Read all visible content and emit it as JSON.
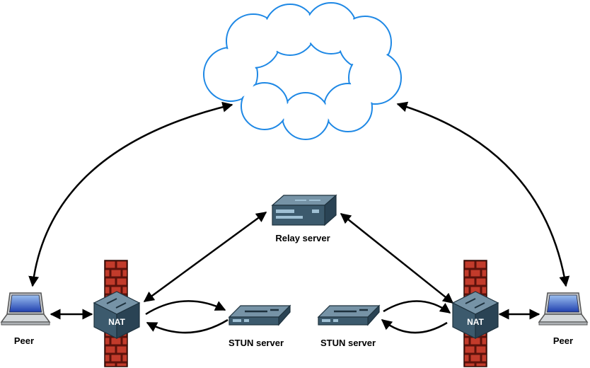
{
  "diagram": {
    "type": "network-topology",
    "labels": {
      "peer_left": "Peer",
      "nat_left": "NAT",
      "stun_left": "STUN server",
      "relay": "Relay server",
      "stun_right": "STUN server",
      "nat_right": "NAT",
      "peer_right": "Peer"
    },
    "nodes": [
      "Peer (left laptop)",
      "Firewall (left brick wall)",
      "NAT (left router cube)",
      "STUN server (left appliance)",
      "Relay server (server box)",
      "Internet cloud",
      "STUN server (right appliance)",
      "NAT (right router cube)",
      "Firewall (right brick wall)",
      "Peer (right laptop)"
    ],
    "edges": [
      {
        "from": "Peer (left laptop)",
        "to": "NAT (left router cube)",
        "style": "straight-bidirectional"
      },
      {
        "from": "Peer (left laptop)",
        "to": "Internet cloud",
        "style": "curved-bidirectional"
      },
      {
        "from": "NAT (left router cube)",
        "to": "Relay server (server box)",
        "style": "straight-bidirectional"
      },
      {
        "from": "NAT (left router cube)",
        "to": "STUN server (left appliance)",
        "style": "curved-arrow-pair"
      },
      {
        "from": "Relay server (server box)",
        "to": "NAT (right router cube)",
        "style": "straight-bidirectional"
      },
      {
        "from": "STUN server (right appliance)",
        "to": "NAT (right router cube)",
        "style": "curved-arrow-pair"
      },
      {
        "from": "NAT (right router cube)",
        "to": "Peer (right laptop)",
        "style": "straight-bidirectional"
      },
      {
        "from": "Peer (right laptop)",
        "to": "Internet cloud",
        "style": "curved-bidirectional"
      }
    ],
    "icons": {
      "cloud": "cloud-outline",
      "peer": "laptop-computer",
      "firewall": "red-brick-wall",
      "nat": "router-cube-3d",
      "relay": "server-box-3d",
      "stun": "flat-network-appliance"
    },
    "colors": {
      "cloud_stroke": "#1e88e5",
      "arrow": "#000000",
      "label_text": "#000000",
      "nat_text": "#ffffff",
      "brick_fill": "#c23b2b",
      "brick_mortar": "#5c120b",
      "device_top": "#7693a6",
      "device_front": "#3c5a6d",
      "device_side": "#2a4354",
      "device_outline": "#1e323e",
      "device_slot": "#9fc0d4",
      "laptop_body": "#d4d8db",
      "laptop_frame": "#c8ccd0",
      "laptop_outline": "#555555",
      "screen_light": "#9cc0f0",
      "screen_dark": "#1f3fae",
      "background": "#ffffff"
    }
  }
}
